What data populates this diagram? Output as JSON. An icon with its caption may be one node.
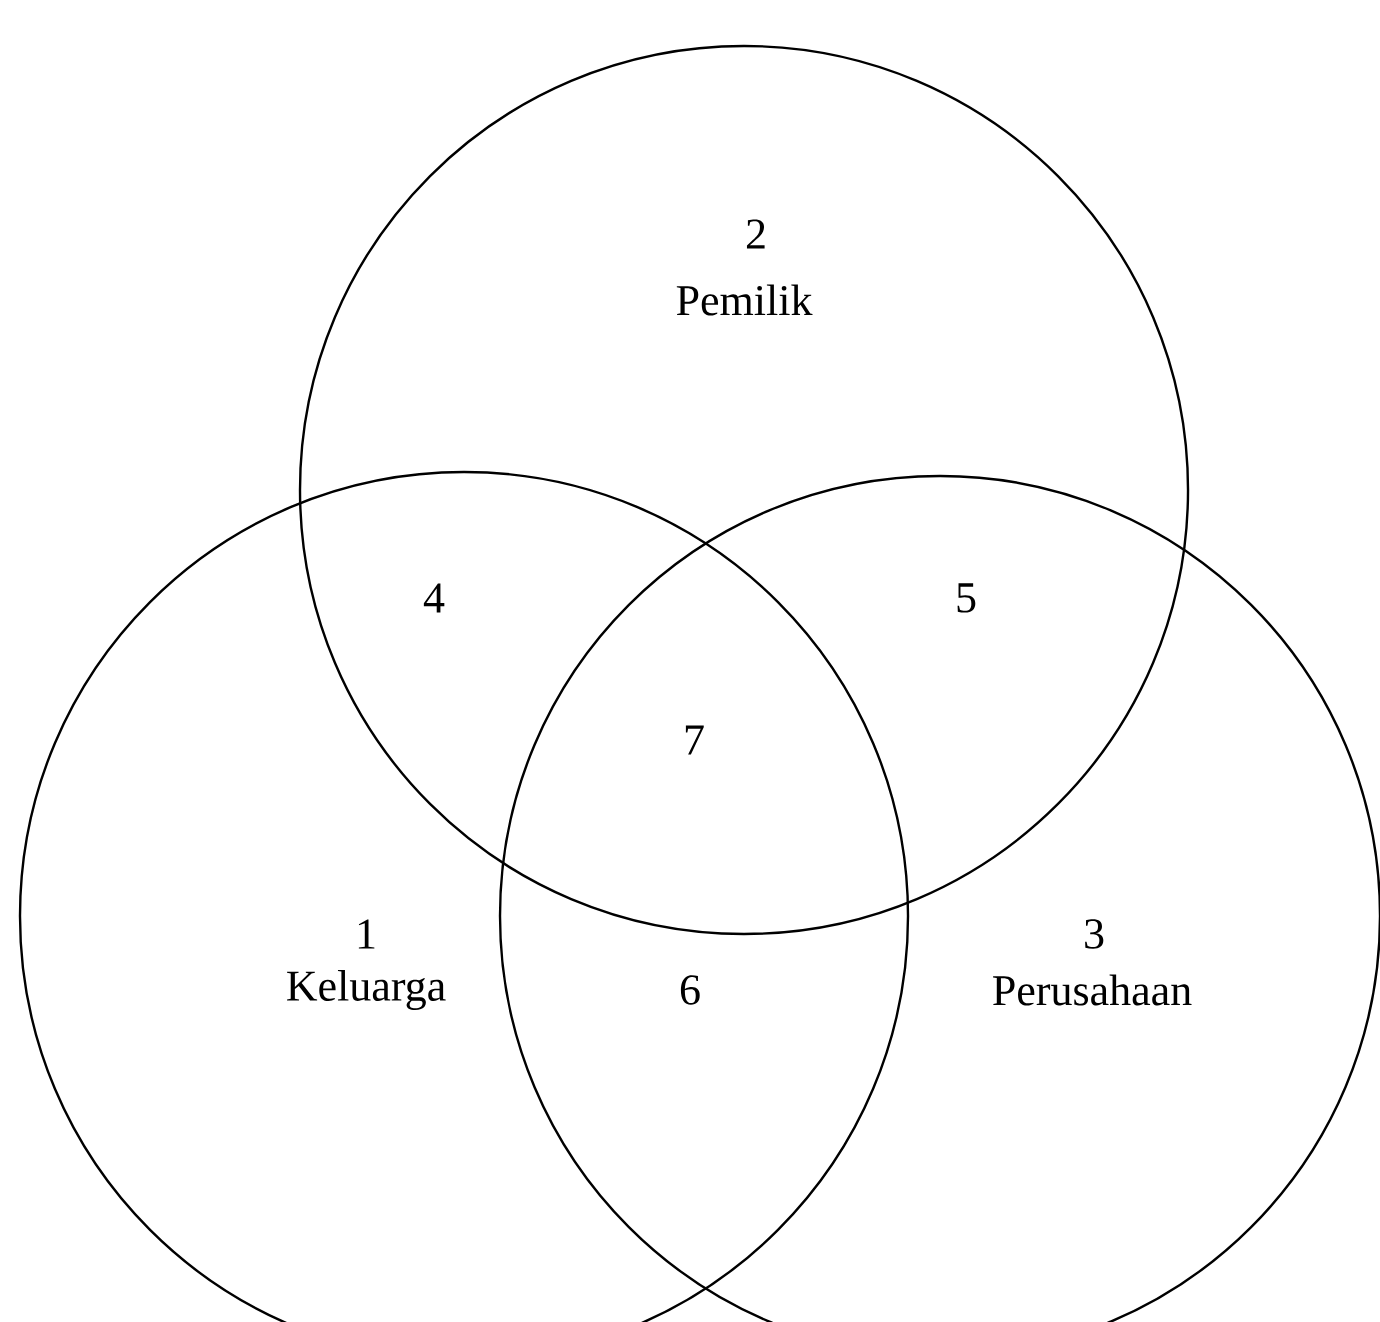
{
  "diagram": {
    "nodes": [
      {
        "text": [
          "2",
          "Pemilik"
        ]
      },
      {
        "text": [
          "1",
          "Keluarga"
        ]
      },
      {
        "text": [
          "3",
          "Perusahaan"
        ]
      }
    ],
    "labels": [
      "4",
      "5",
      "7",
      "6"
    ]
  }
}
